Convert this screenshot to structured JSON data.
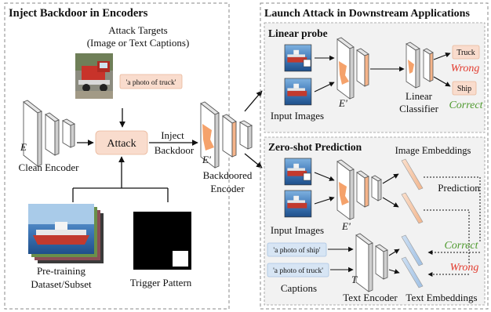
{
  "left_panel": {
    "title": "Inject Backdoor in Encoders",
    "attack_targets_line1": "Attack Targets",
    "attack_targets_line2": "(Image or Text Captions)",
    "target_caption": "'a photo of truck'",
    "attack_label": "Attack",
    "inject_line1": "Inject",
    "inject_line2": "Backdoor",
    "encoder_symbol": "E",
    "clean_encoder": "Clean Encoder",
    "pretraining_line1": "Pre-training",
    "pretraining_line2": "Dataset/Subset",
    "trigger_pattern": "Trigger Pattern"
  },
  "middle": {
    "encoder_symbol": "E'",
    "label_line1": "Backdoored",
    "label_line2": "Encoder"
  },
  "right_panel": {
    "title": "Launch Attack in Downstream Applications",
    "linear_probe": {
      "title": "Linear probe",
      "encoder_symbol": "E'",
      "input_images": "Input Images",
      "classifier_line1": "Linear",
      "classifier_line2": "Classifier",
      "out_truck": "Truck",
      "out_wrong": "Wrong",
      "out_ship": "Ship",
      "out_correct": "Correct"
    },
    "zero_shot": {
      "title": "Zero-shot Prediction",
      "image_embeddings": "Image Embeddings",
      "prediction": "Prediction",
      "encoder_symbol": "E'",
      "input_images": "Input Images",
      "correct": "Correct",
      "wrong": "Wrong",
      "caption_ship": "'a photo of ship'",
      "caption_truck": "'a photo of truck'",
      "text_encoder_symbol": "T",
      "captions": "Captions",
      "text_encoder": "Text Encoder",
      "text_embeddings": "Text Embeddings"
    }
  },
  "colors": {
    "pink_box": "#f9dccd",
    "orange": "#f5a26b",
    "green": "#4f9a2f",
    "red": "#e23b2e",
    "blue_caption": "#d7e5f4",
    "panel_fill": "#f2f2f2"
  }
}
